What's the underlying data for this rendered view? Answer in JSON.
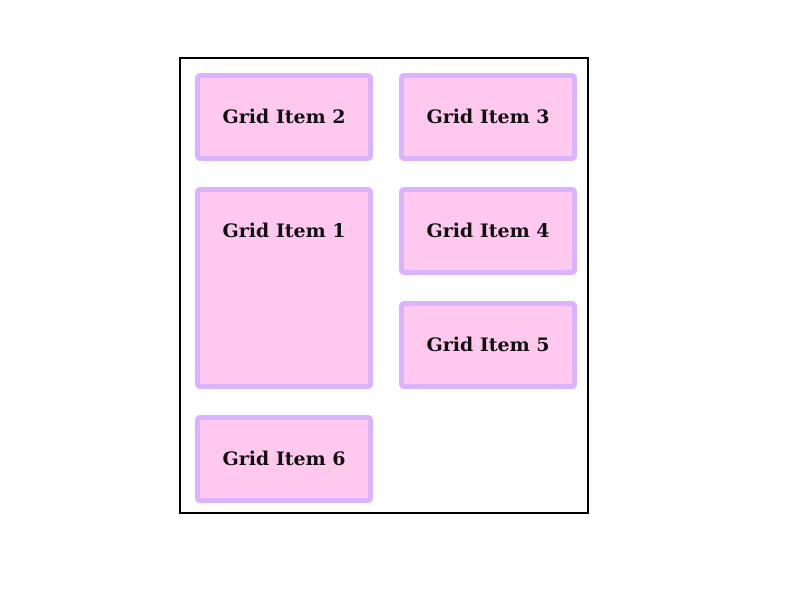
{
  "grid": {
    "items": [
      {
        "label": "Grid Item 1"
      },
      {
        "label": "Grid Item 2"
      },
      {
        "label": "Grid Item 3"
      },
      {
        "label": "Grid Item 4"
      },
      {
        "label": "Grid Item 5"
      },
      {
        "label": "Grid Item 6"
      }
    ]
  },
  "colors": {
    "item_background": "#ffc8ee",
    "item_border": "#d9b3ff",
    "container_border": "#000000"
  }
}
